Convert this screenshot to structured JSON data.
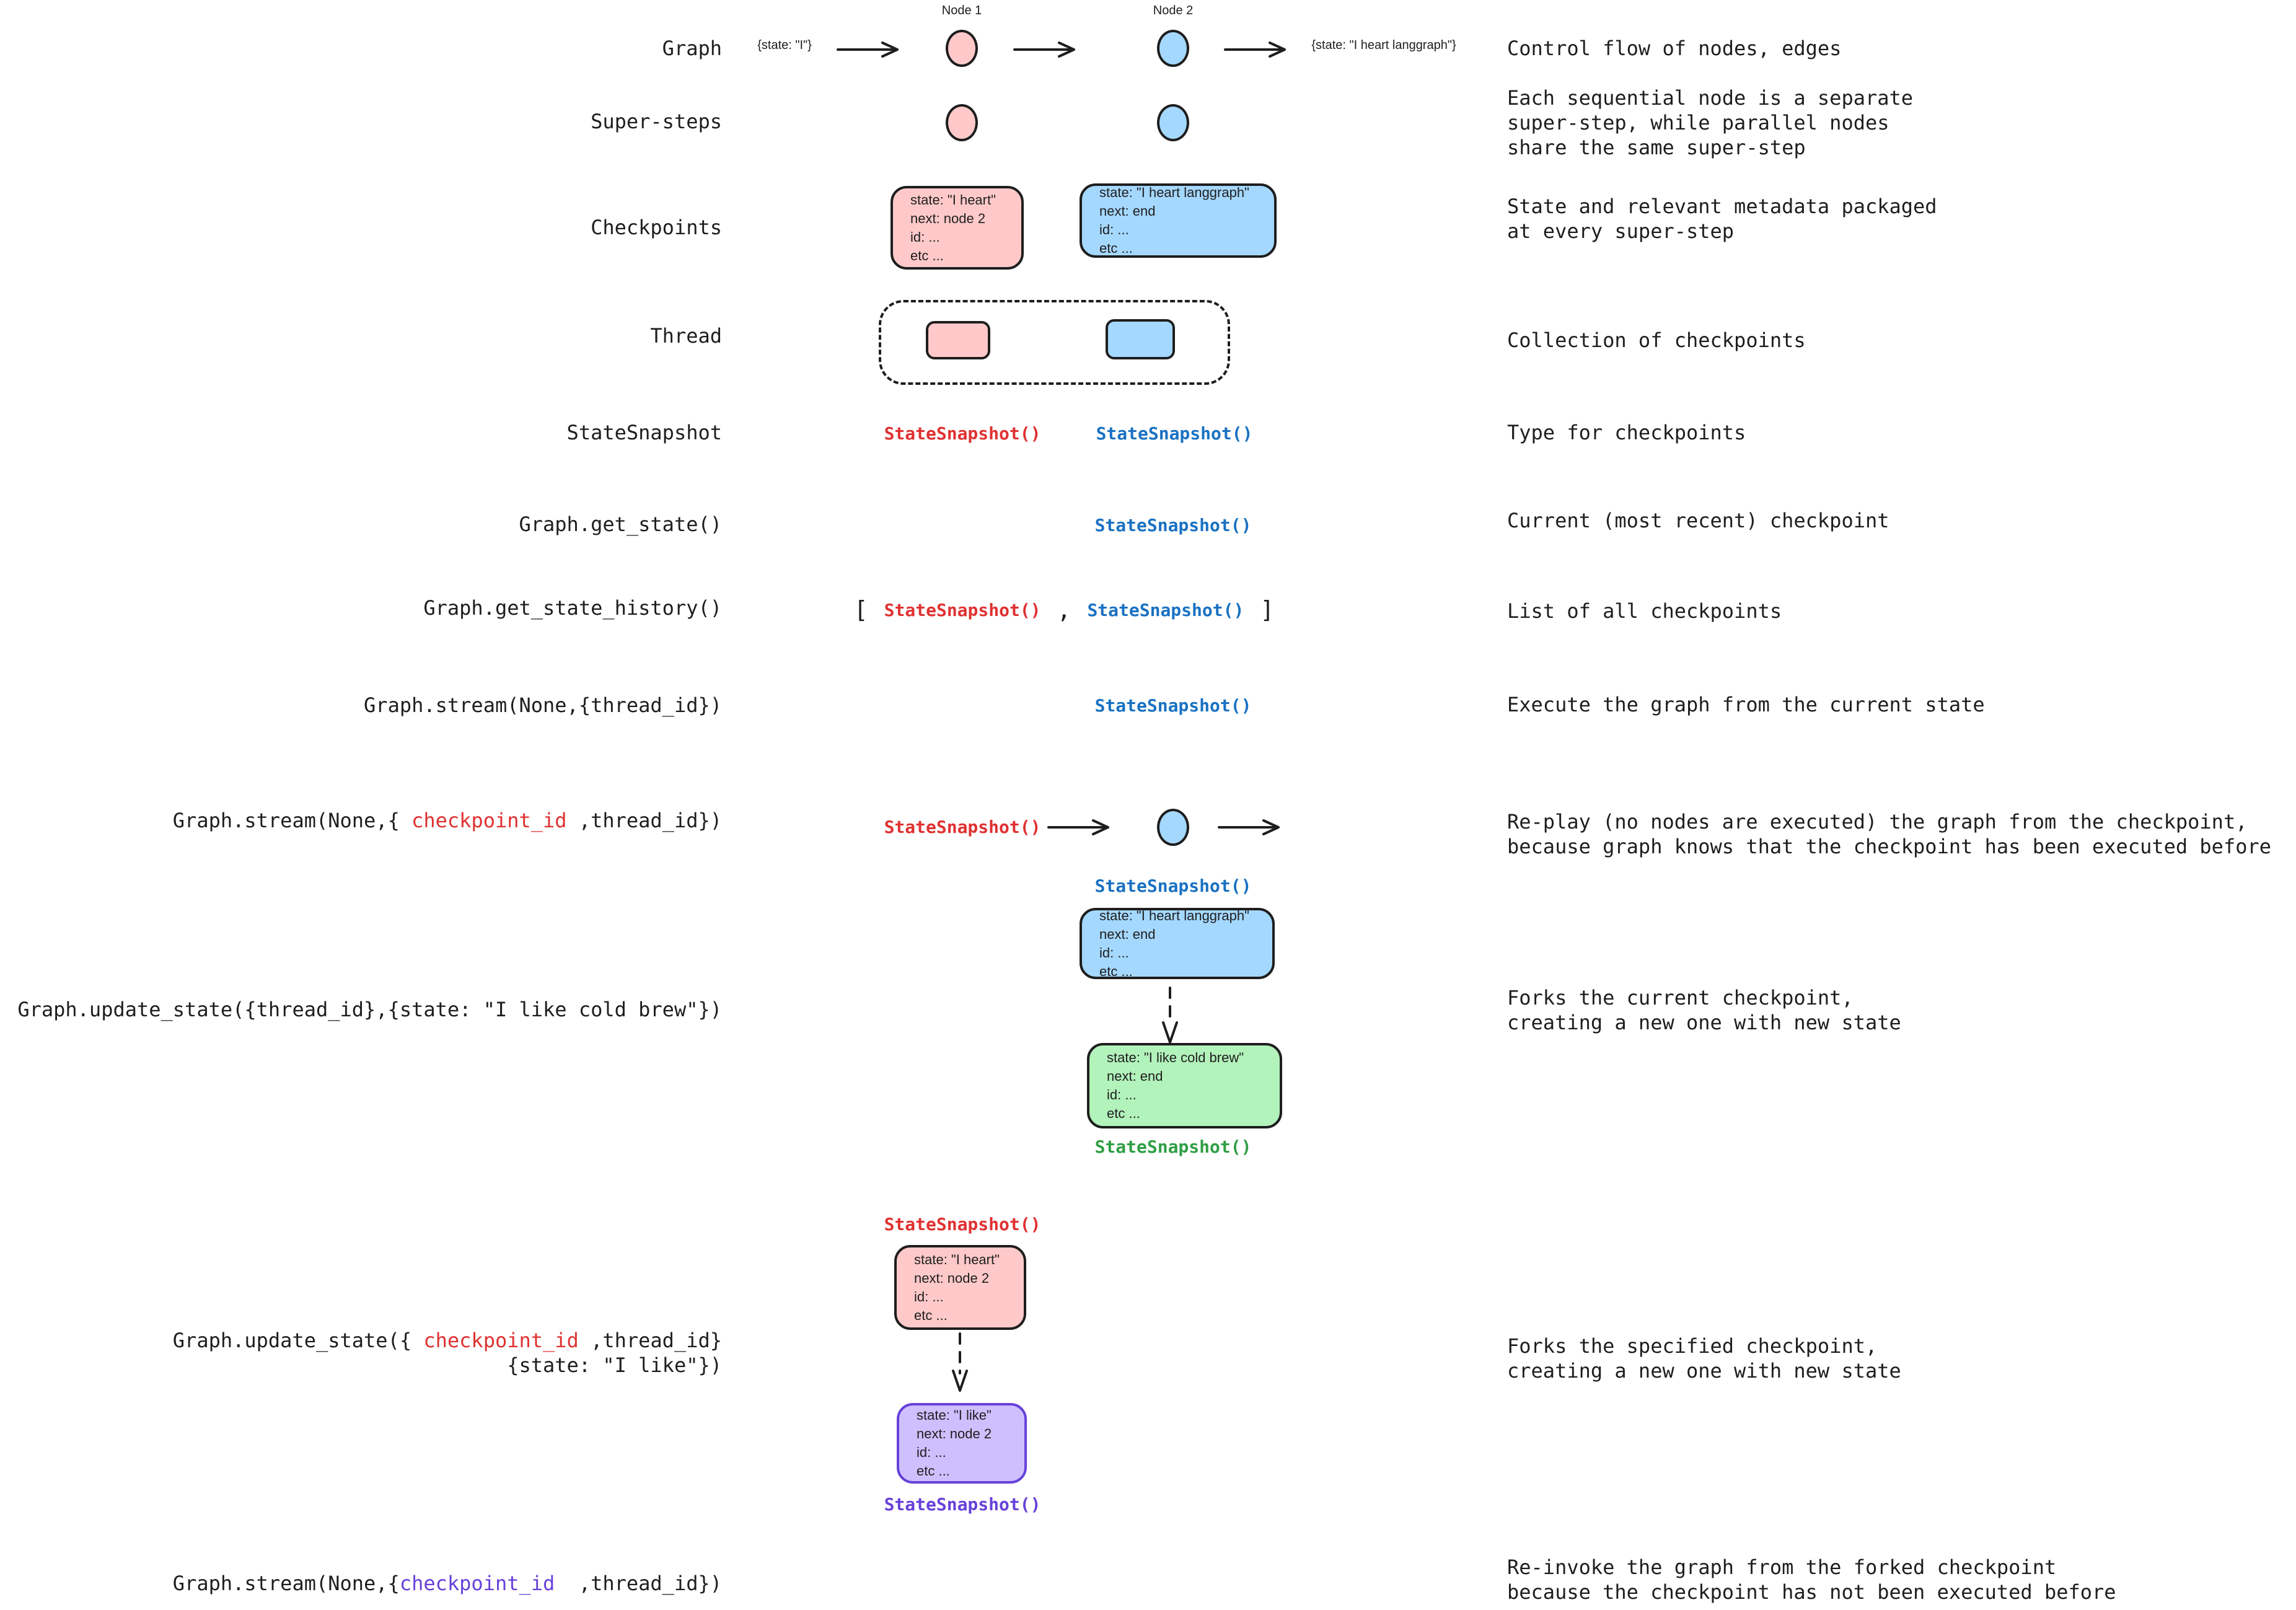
{
  "colors": {
    "background": "#ffffff",
    "ink": "#1e1e1e",
    "red": "#e03131",
    "blue": "#1971c2",
    "green": "#2f9e44",
    "purple": "#6741d9",
    "pink_fill": "#ffc9c9",
    "blue_fill": "#a5d8ff",
    "green_fill": "#b2f2bb",
    "purple_fill": "#d0bfff"
  },
  "tokens": {
    "state_snapshot": "StateSnapshot()",
    "bracket_open": "[",
    "comma": ",",
    "bracket_close": "]"
  },
  "graph_row": {
    "node1_label": "Node 1",
    "node2_label": "Node 2",
    "input_state": "{state: \"I\"}",
    "output_state": "{state: \"I heart langgraph\"}"
  },
  "left_labels": {
    "graph": "Graph",
    "super_steps": "Super-steps",
    "checkpoints": "Checkpoints",
    "thread": "Thread",
    "state_snapshot": "StateSnapshot",
    "get_state": "Graph.get_state()",
    "get_state_history": "Graph.get_state_history()",
    "stream_thread": "Graph.stream(None,{thread_id})",
    "stream_ckpt_pre": "Graph.stream(None,{ ",
    "stream_ckpt_id": "checkpoint_id",
    "stream_ckpt_post": " ,thread_id})",
    "update_thread": "Graph.update_state({thread_id},{state: \"I like cold brew\"})",
    "update_ckpt_pre": "Graph.update_state({ ",
    "update_ckpt_id": "checkpoint_id",
    "update_ckpt_post": " ,thread_id}",
    "update_ckpt_line2": "{state: \"I like\"})",
    "stream_fork_pre": "Graph.stream(None,{",
    "stream_fork_id": "checkpoint_id",
    "stream_fork_post": "  ,thread_id})"
  },
  "descriptions": {
    "graph": "Control flow of nodes, edges",
    "super_steps": [
      "Each sequential node is a separate",
      "super-step, while parallel nodes",
      "share the same super-step"
    ],
    "checkpoints": [
      "State and relevant metadata packaged",
      "at every super-step"
    ],
    "thread": "Collection of checkpoints",
    "state_snapshot": "Type for checkpoints",
    "get_state": "Current (most recent) checkpoint",
    "get_state_history": "List of all checkpoints",
    "stream_thread": "Execute the graph from the current state",
    "replay": [
      "Re-play (no nodes are executed) the graph from the checkpoint,",
      "because graph knows that the checkpoint has been executed before"
    ],
    "fork_current": [
      "Forks the current checkpoint,",
      "creating a new one with new state"
    ],
    "fork_specified": [
      "Forks the specified checkpoint,",
      "creating a new one with new state"
    ],
    "reinvoke": [
      "Re-invoke the graph from the forked checkpoint",
      "because the checkpoint has not been executed before"
    ]
  },
  "cards": {
    "pink": [
      "state: \"I heart\"",
      "next: node 2",
      "id: ...",
      "etc ..."
    ],
    "blue": [
      "state: \"I heart langgraph\"",
      "next: end",
      "id: ...",
      "etc ..."
    ],
    "green": [
      "state: \"I like cold brew\"",
      "next: end",
      "id: ...",
      "etc ..."
    ],
    "purple": [
      "state: \"I like\"",
      "next: node 2",
      "id: ...",
      "etc ..."
    ]
  }
}
